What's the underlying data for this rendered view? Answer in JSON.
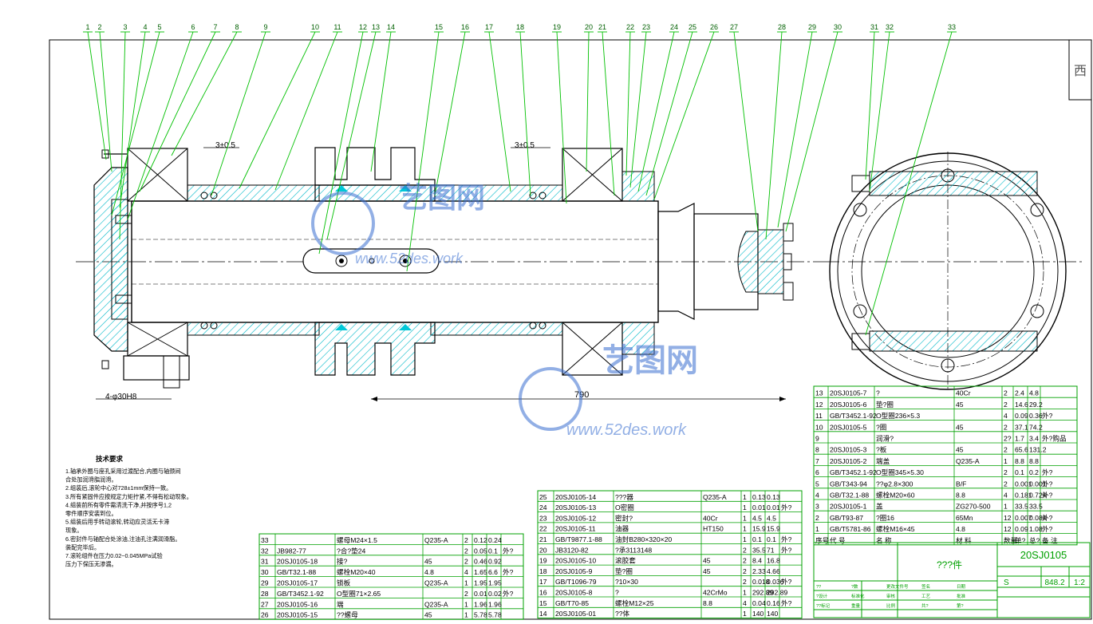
{
  "colors": {
    "leader": "#00c000",
    "outline": "#000000",
    "hatch": "#00b8c8",
    "table_border": "#00a000",
    "table_text": "#000000",
    "watermark": "#3a6fd0"
  },
  "balloons": [
    "1",
    "2",
    "3",
    "4",
    "5",
    "6",
    "7",
    "8",
    "9",
    "10",
    "11",
    "12",
    "13",
    "14",
    "15",
    "16",
    "17",
    "18",
    "19",
    "20",
    "21",
    "22",
    "23",
    "24",
    "25",
    "26",
    "27",
    "28",
    "29",
    "30",
    "31",
    "32",
    "33"
  ],
  "dimensions": {
    "gap_left": "3±0.5",
    "gap_right": "3±0.5",
    "holes": "4-φ30H8",
    "length": "790"
  },
  "corner_char": "西",
  "watermark": {
    "brand": "艺图网",
    "url": "www.52des.work"
  },
  "notes": {
    "title": "技术要求",
    "lines": [
      "1.轴承外圈与座孔采用过渡配合,内圈与轴颈间",
      "  合处加润滑脂润滑。",
      "2.组装后,滚轮中心对728±1mm保持一致。",
      "3.所有紧固件应按规定力矩拧紧,不得有松动现象。",
      "4.组装前所有零件需清洗干净,并按序号1,2",
      "  零件顺序安装到位。",
      "5.组装后用手转动滚轮,转动应灵活无卡滞",
      "  现象。",
      "6.密封件与轴配合处涂油,注油孔注满润滑脂。",
      "  装配完毕后。",
      "7.滚轮组件在压力0.02~0.045MPa试验",
      "  压力下保压无渗漏。"
    ]
  },
  "bom": {
    "right": [
      [
        "13",
        "20SJ0105-7",
        "?",
        "40Cr",
        "2",
        "2.4",
        "4.8",
        ""
      ],
      [
        "12",
        "20SJ0105-6",
        "垫?圈",
        "45",
        "2",
        "14.6",
        "29.2",
        ""
      ],
      [
        "11",
        "GB/T3452.1-92",
        "O型圈236×5.3",
        "",
        "4",
        "0.09",
        "0.36",
        "外?"
      ],
      [
        "10",
        "20SJ0105-5",
        "?圈",
        "45",
        "2",
        "37.1",
        "74.2",
        ""
      ],
      [
        "9",
        "",
        "润滑?",
        "",
        "2?",
        "1.7",
        "3.4",
        "外?购品"
      ],
      [
        "8",
        "20SJ0105-3",
        "?板",
        "45",
        "2",
        "65.6",
        "131.2",
        ""
      ],
      [
        "7",
        "20SJ0105-2",
        "端盖",
        "Q235-A",
        "1",
        "8.8",
        "8.8",
        ""
      ],
      [
        "6",
        "GB/T3452.1-92",
        "O型圈345×5.30",
        "",
        "2",
        "0.1",
        "0.2",
        "外?"
      ],
      [
        "5",
        "GB/T343-94",
        "??φ2.8×300",
        "B/F",
        "2",
        "0.001",
        "0.001",
        "外?"
      ],
      [
        "4",
        "GB/T32.1-88",
        "螺栓M20×60",
        "8.8",
        "4",
        "0.181",
        "0.724",
        "外?"
      ],
      [
        "3",
        "20SJ0105-1",
        "盖",
        "ZG270-500",
        "1",
        "33.5",
        "33.5",
        ""
      ],
      [
        "2",
        "GB/T93-87",
        "?圈16",
        "65Mn",
        "12",
        "0.007",
        "0.084",
        "外?"
      ],
      [
        "1",
        "GB/T5781-86",
        "螺栓M16×45",
        "4.8",
        "12",
        "0.09",
        "1.08",
        "外?"
      ]
    ],
    "right_header": [
      "序号",
      "代 号",
      "名 称",
      "材 料",
      "数量",
      "单?",
      "总?",
      "备 注"
    ],
    "middle": [
      [
        "25",
        "20SJ0105-14",
        "???器",
        "Q235-A",
        "1",
        "0.13",
        "0.13",
        ""
      ],
      [
        "24",
        "20SJ0105-13",
        "O密圈",
        "",
        "1",
        "0.01",
        "0.01",
        "外?"
      ],
      [
        "23",
        "20SJ0105-12",
        "密封?",
        "40Cr",
        "1",
        "4.5",
        "4.5",
        ""
      ],
      [
        "22",
        "20SJ0105-11",
        "油器",
        "HT150",
        "1",
        "15.9",
        "15.9",
        ""
      ],
      [
        "21",
        "GB/T9877.1-88",
        "油封B280×320×20",
        "",
        "1",
        "0.1",
        "0.1",
        "外?"
      ],
      [
        "20",
        "JB3120-82",
        "?承3113148",
        "",
        "2",
        "35.5",
        "71",
        "外?"
      ],
      [
        "19",
        "20SJ0105-10",
        "滚胶套",
        "45",
        "2",
        "8.4",
        "16.8",
        ""
      ],
      [
        "18",
        "20SJ0105-9",
        "垫?圈",
        "45",
        "2",
        "2.33",
        "4.66",
        ""
      ],
      [
        "17",
        "GB/T1096-79",
        "?10×30",
        "",
        "2",
        "0.018",
        "0.036",
        "外?"
      ],
      [
        "16",
        "20SJ0105-8",
        "?",
        "42CrMo",
        "1",
        "292.89",
        "292.89",
        ""
      ],
      [
        "15",
        "GB/T70-85",
        "螺栓M12×25",
        "8.8",
        "4",
        "0.04",
        "0.16",
        "外?"
      ],
      [
        "14",
        "20SJ0105-01",
        "??体",
        "",
        "1",
        "140",
        "140",
        ""
      ]
    ],
    "left": [
      [
        "33",
        "",
        "螺母M24×1.5",
        "Q235-A",
        "2",
        "0.12",
        "0.24",
        ""
      ],
      [
        "32",
        "JB982-77",
        "?合?垫24",
        "",
        "2",
        "0.05",
        "0.1",
        "外?"
      ],
      [
        "31",
        "20SJ0105-18",
        "接?",
        "45",
        "2",
        "0.46",
        "0.92",
        ""
      ],
      [
        "30",
        "GB/T32.1-88",
        "螺栓M20×40",
        "4.8",
        "4",
        "1.65",
        "6.6",
        "外?"
      ],
      [
        "29",
        "20SJ0105-17",
        "锁板",
        "Q235-A",
        "1",
        "1.95",
        "1.95",
        ""
      ],
      [
        "28",
        "GB/T3452.1-92",
        "O型圈71×2.65",
        "",
        "2",
        "0.01",
        "0.02",
        "外?"
      ],
      [
        "27",
        "20SJ0105-16",
        "端",
        "Q235-A",
        "1",
        "1.96",
        "1.96",
        ""
      ],
      [
        "26",
        "20SJ0105-15",
        "??螺母",
        "45",
        "1",
        "5.78",
        "5.78",
        ""
      ]
    ]
  },
  "title_block": {
    "name": "???件",
    "drawing_no": "20SJ0105",
    "stage": "S",
    "weight": "848.2",
    "scale": "1:2",
    "small_labels": [
      "??",
      "?数",
      "更改文件号",
      "签名",
      "日期",
      "?设计",
      "标准化",
      "审核",
      "工艺",
      "批准",
      "??标记",
      "重量",
      "比例",
      "共?",
      "第?"
    ]
  }
}
